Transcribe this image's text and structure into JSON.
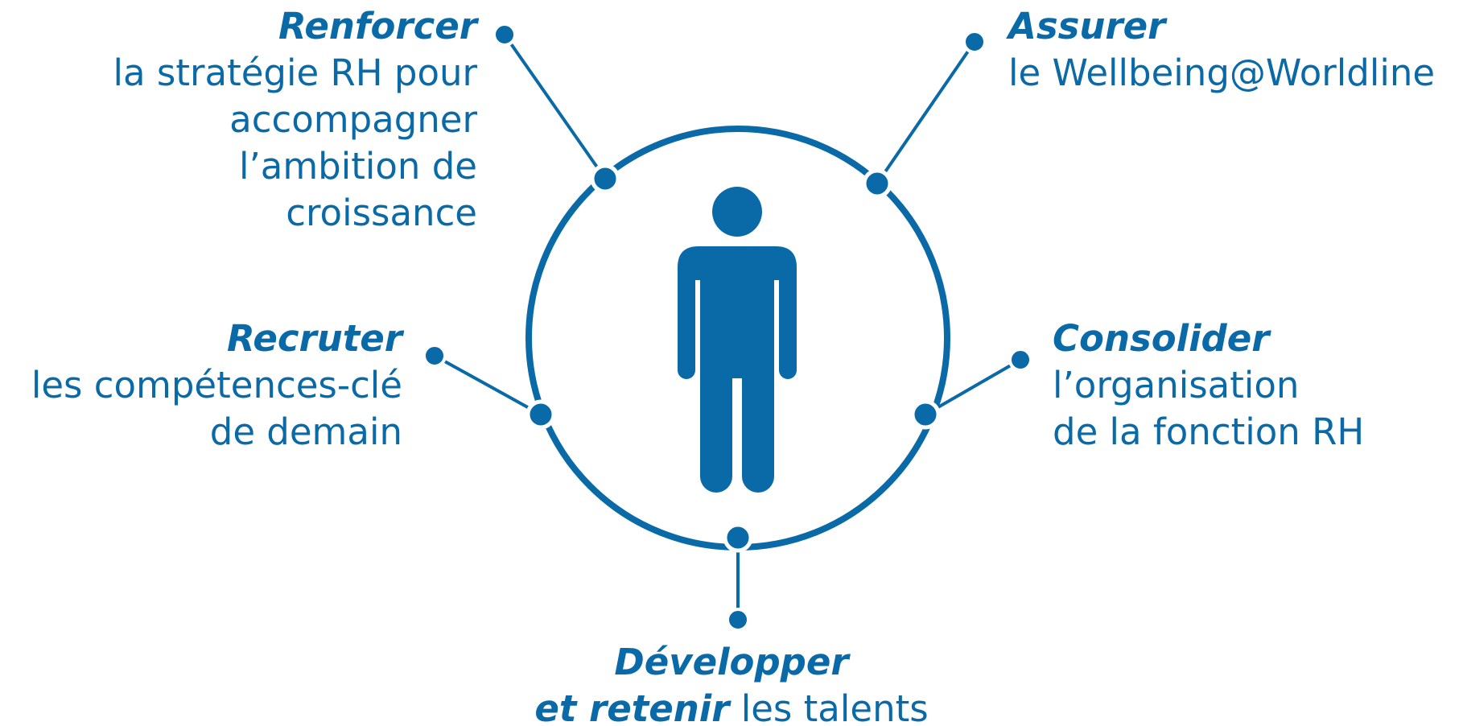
{
  "colors": {
    "primary": "#0a6aa8",
    "background": "#ffffff"
  },
  "center_icon": "person-icon",
  "nodes": {
    "renforcer": {
      "keyword": "Renforcer",
      "lines": [
        "la stratégie RH pour",
        "accompagner",
        "l’ambition de",
        "croissance"
      ]
    },
    "assurer": {
      "keyword": "Assurer",
      "lines": [
        "le Wellbeing@Worldline"
      ]
    },
    "recruter": {
      "keyword": "Recruter",
      "lines": [
        "les compétences-clé",
        "de demain"
      ]
    },
    "consolider": {
      "keyword": "Consolider",
      "lines": [
        "l’organisation",
        "de la fonction RH"
      ]
    },
    "developper": {
      "keyword": "Développer",
      "keyword2": "et retenir",
      "rest": " les talents"
    }
  }
}
